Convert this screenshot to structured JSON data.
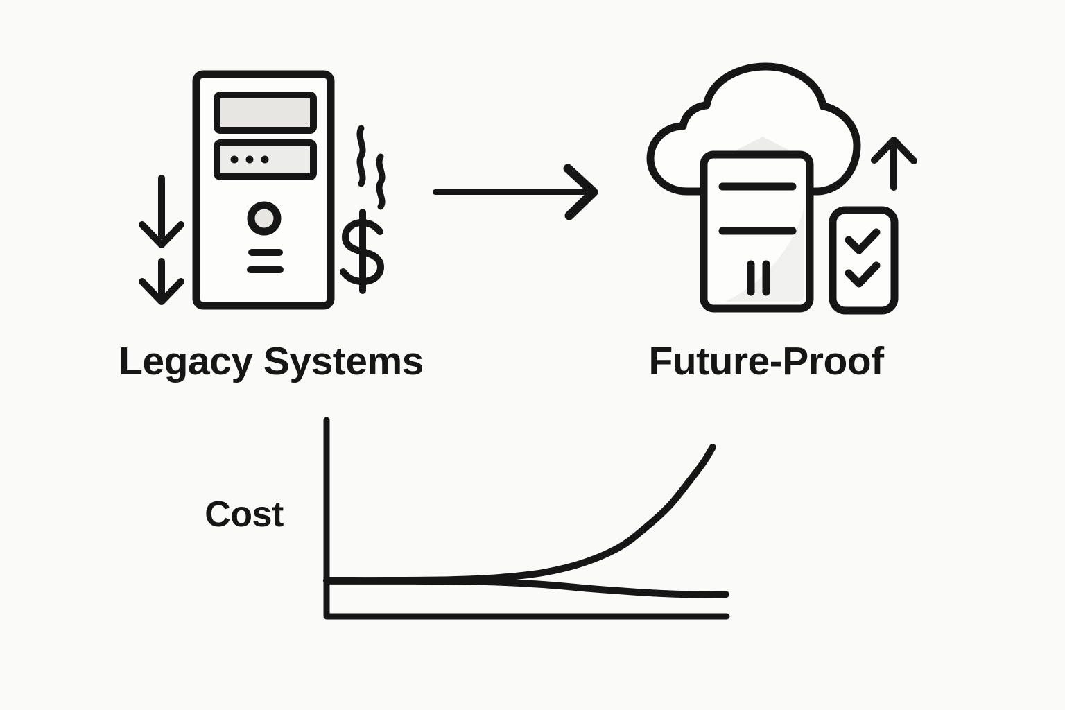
{
  "theme": {
    "background": "#fafaf8",
    "ink": "#161616",
    "panel_fill": "#fdfdfc",
    "soft_gray": "#e7e6e2",
    "soft_gray_2": "#ececea"
  },
  "diagram": {
    "legacy": {
      "label": "Legacy Systems",
      "icons": [
        "server-tower",
        "double-down-arrow",
        "heat-waves",
        "dollar-sign"
      ]
    },
    "transition": {
      "icons": [
        "right-arrow"
      ]
    },
    "future": {
      "label": "Future-Proof",
      "icons": [
        "cloud",
        "cloud-server",
        "checklist-card",
        "up-arrow"
      ]
    }
  },
  "chart_data": {
    "type": "line",
    "title": "",
    "xlabel": "",
    "ylabel": "Cost",
    "x_ticks": [],
    "y_ticks": [],
    "grid": false,
    "legend": "none",
    "axis_style": "schematic L-shaped axes, no tick marks or numeric labels",
    "series": [
      {
        "name": "legacy_cost",
        "description": "flat at first, then rises exponentially",
        "points": [
          [
            0.0,
            0.183
          ],
          [
            0.15,
            0.183
          ],
          [
            0.31,
            0.186
          ],
          [
            0.43,
            0.197
          ],
          [
            0.54,
            0.222
          ],
          [
            0.64,
            0.271
          ],
          [
            0.73,
            0.349
          ],
          [
            0.795,
            0.447
          ],
          [
            0.856,
            0.56
          ],
          [
            0.908,
            0.69
          ],
          [
            0.943,
            0.785
          ],
          [
            0.965,
            0.859
          ]
        ]
      },
      {
        "name": "future_proof_cost",
        "description": "stays flat and drifts slightly lower",
        "points": [
          [
            0.0,
            0.18
          ],
          [
            0.22,
            0.18
          ],
          [
            0.4,
            0.176
          ],
          [
            0.54,
            0.162
          ],
          [
            0.66,
            0.141
          ],
          [
            0.78,
            0.123
          ],
          [
            0.88,
            0.113
          ],
          [
            0.998,
            0.112
          ]
        ]
      }
    ]
  }
}
